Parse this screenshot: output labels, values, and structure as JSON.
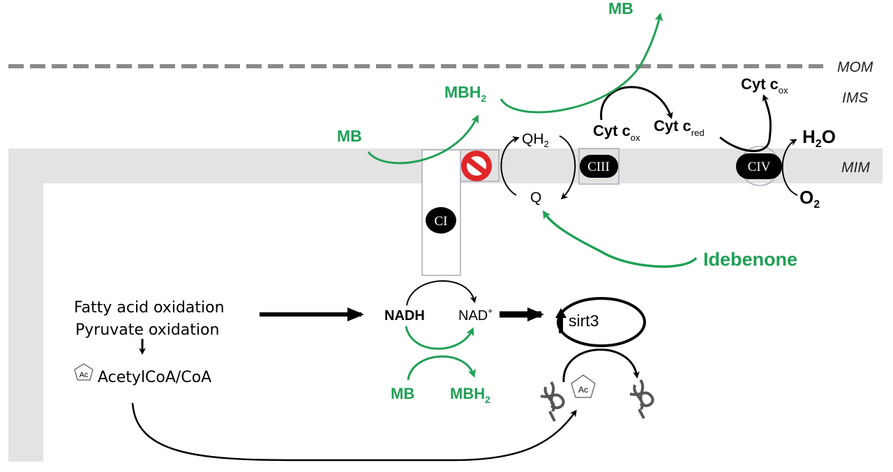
{
  "colors": {
    "green": "#1fa055",
    "black": "#000000",
    "membrane_grey": "#e3e3e3",
    "dash_grey": "#8a8a8a",
    "inhibit_red": "#e0262a",
    "box_border": "#a9aab8"
  },
  "compartments": {
    "mom": "MOM",
    "ims": "IMS",
    "mim": "MIM"
  },
  "labels": {
    "mb_top": "MB",
    "mbh2_ims": "MBH",
    "mbh2_ims_sub": "2",
    "mb_left": "MB",
    "qh2": "QH",
    "qh2_sub": "2",
    "q": "Q",
    "cyt_cox_left": "Cyt c",
    "cyt_cox_left_sub": "ox",
    "cyt_cred": "Cyt c",
    "cyt_cred_sub": "red",
    "cyt_cox_right": "Cyt c",
    "cyt_cox_right_sub": "ox",
    "h2o": "H",
    "h2o_sub": "2",
    "h2o_end": "O",
    "o2": "O",
    "o2_sub": "2",
    "idebenone": "Idebenone",
    "fatty_acid": "Fatty acid oxidation",
    "pyruvate": "Pyruvate oxidation",
    "acetylcoa": "AcetylCoA/CoA",
    "ac_tag": "Ac",
    "nadh": "NADH",
    "nad": "NAD",
    "nad_sup": "+",
    "sirt3": "sirt3",
    "mb_bottom": "MB",
    "mbh2_bottom": "MBH",
    "mbh2_bottom_sub": "2"
  },
  "complexes": {
    "ci": "CI",
    "ciii": "CIII",
    "civ": "CIV"
  },
  "icons": {
    "inhibitor": "prohibition-icon",
    "acetyl_group": "pentagon-ac-icon",
    "protein": "protein-coil-icon",
    "upregulation": "up-arrow-icon"
  }
}
